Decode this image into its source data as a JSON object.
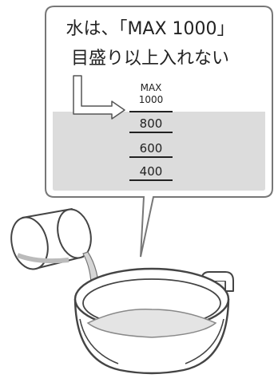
{
  "callout": {
    "line1": "水は、「MAX 1000」",
    "line2": "目盛り以上入れない"
  },
  "scale": {
    "max_word": "MAX",
    "marks": [
      "1000",
      "800",
      "600",
      "400"
    ]
  },
  "colors": {
    "outline": "#444444",
    "panel_fill": "#ffffff",
    "water_band": "#dcdcdc",
    "water_stream": "#d6d6d6",
    "text": "#222222"
  },
  "icons": [
    "arrow-icon",
    "measuring-cup-icon",
    "rice-cooker-pot-icon"
  ]
}
